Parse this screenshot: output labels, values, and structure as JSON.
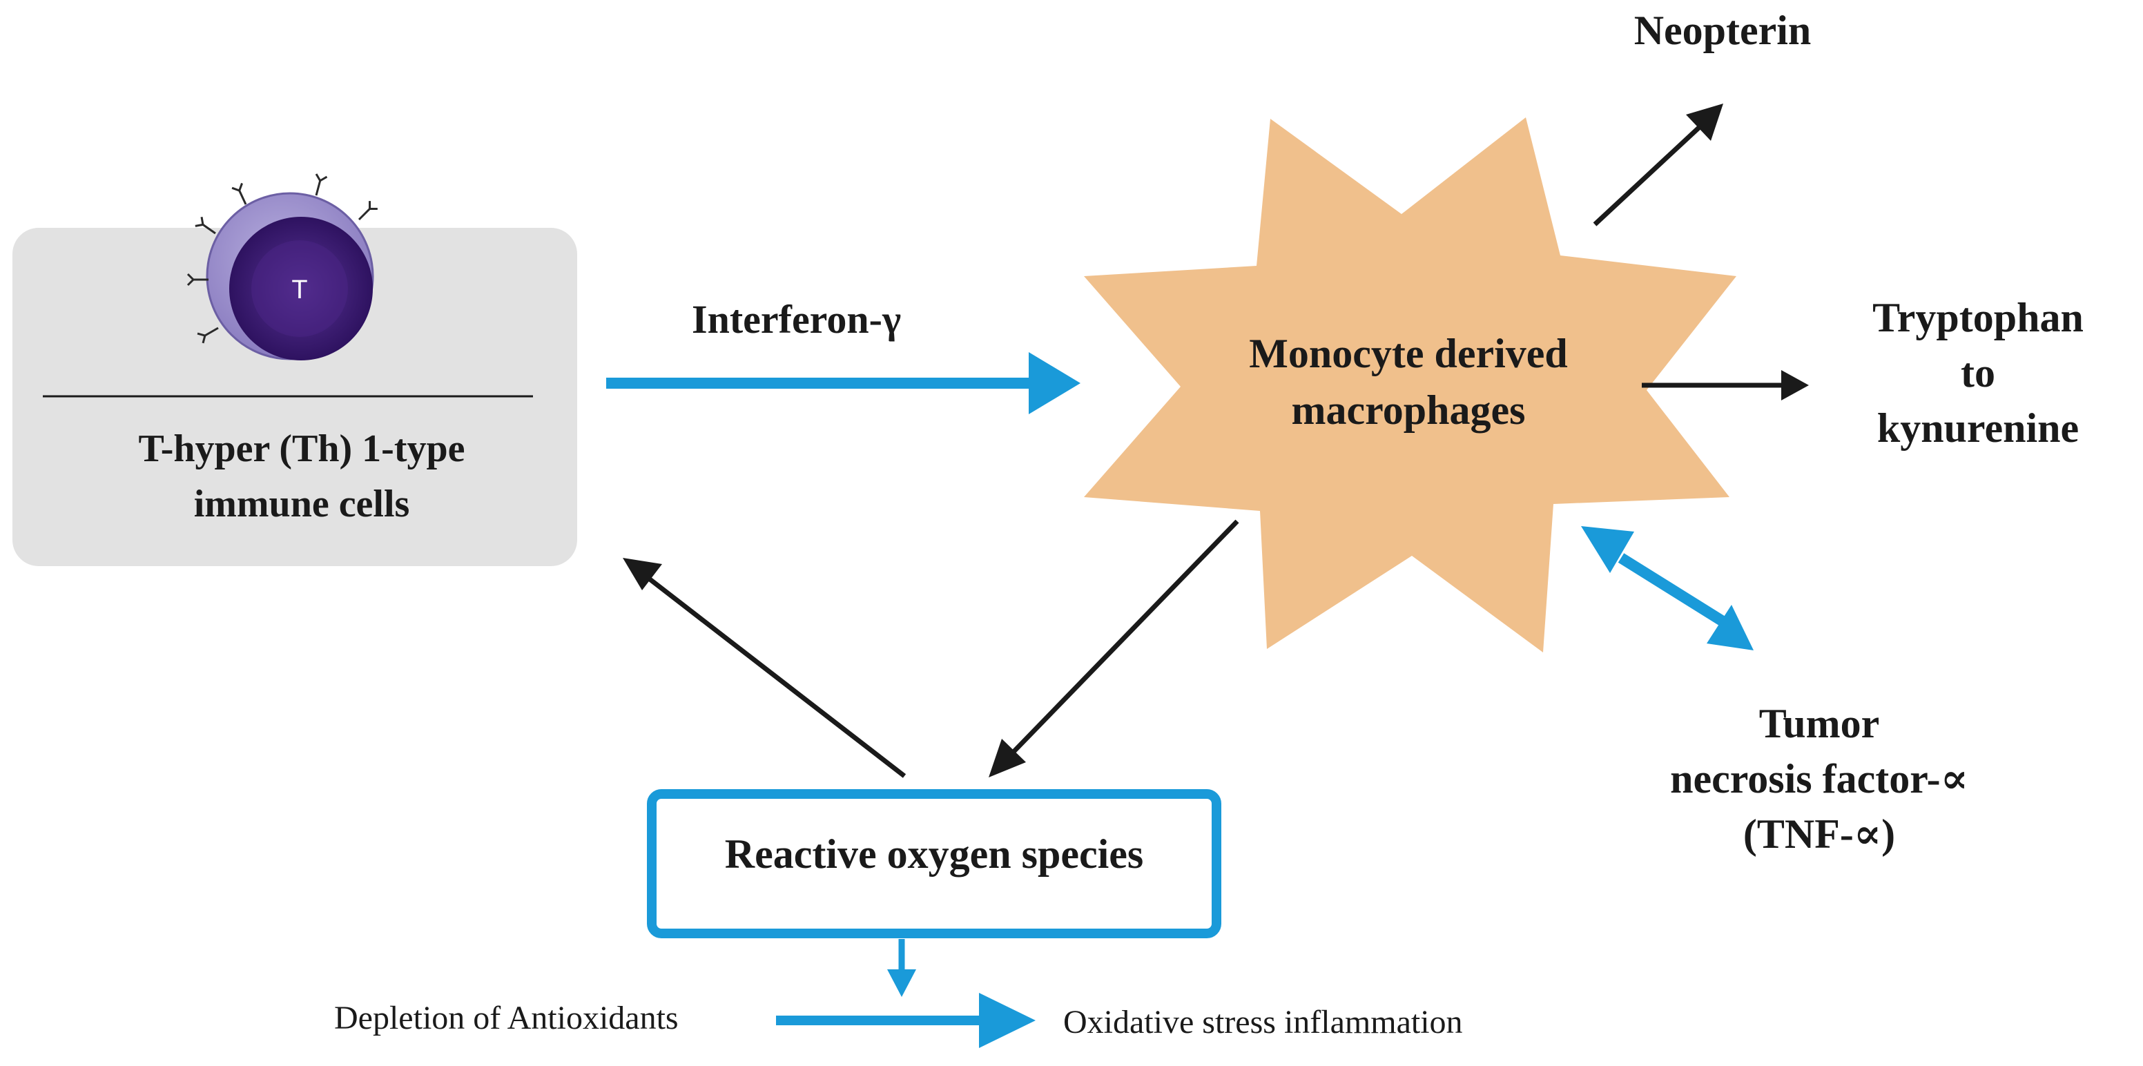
{
  "nodes": {
    "t_cells": {
      "line1": "T-hyper (Th) 1-type",
      "line2": "immune cells",
      "cell_letter": "T"
    },
    "macrophages": {
      "line1": "Monocyte derived",
      "line2": "macrophages"
    },
    "ros": {
      "label": "Reactive oxygen species"
    },
    "neopterin": {
      "label": "Neopterin"
    },
    "tryptophan": {
      "line1": "Tryptophan",
      "line2": "to",
      "line3": "kynurenine"
    },
    "tnf": {
      "line1": "Tumor",
      "line2": "necrosis factor-∝",
      "line3": "(TNF-∝)"
    },
    "depletion": {
      "label": "Depletion of Antioxidants"
    },
    "oxidative": {
      "label": "Oxidative stress inflammation"
    }
  },
  "edges": {
    "interferon": {
      "label": "Interferon-γ"
    }
  },
  "colors": {
    "blue_arrow": "#1a9ad9",
    "black_arrow": "#1a1a1a",
    "box_grey": "#e2e2e2",
    "star_fill": "#f0c08c",
    "cell_outer": "#9b8dc8",
    "cell_inner": "#3f1f7a"
  }
}
